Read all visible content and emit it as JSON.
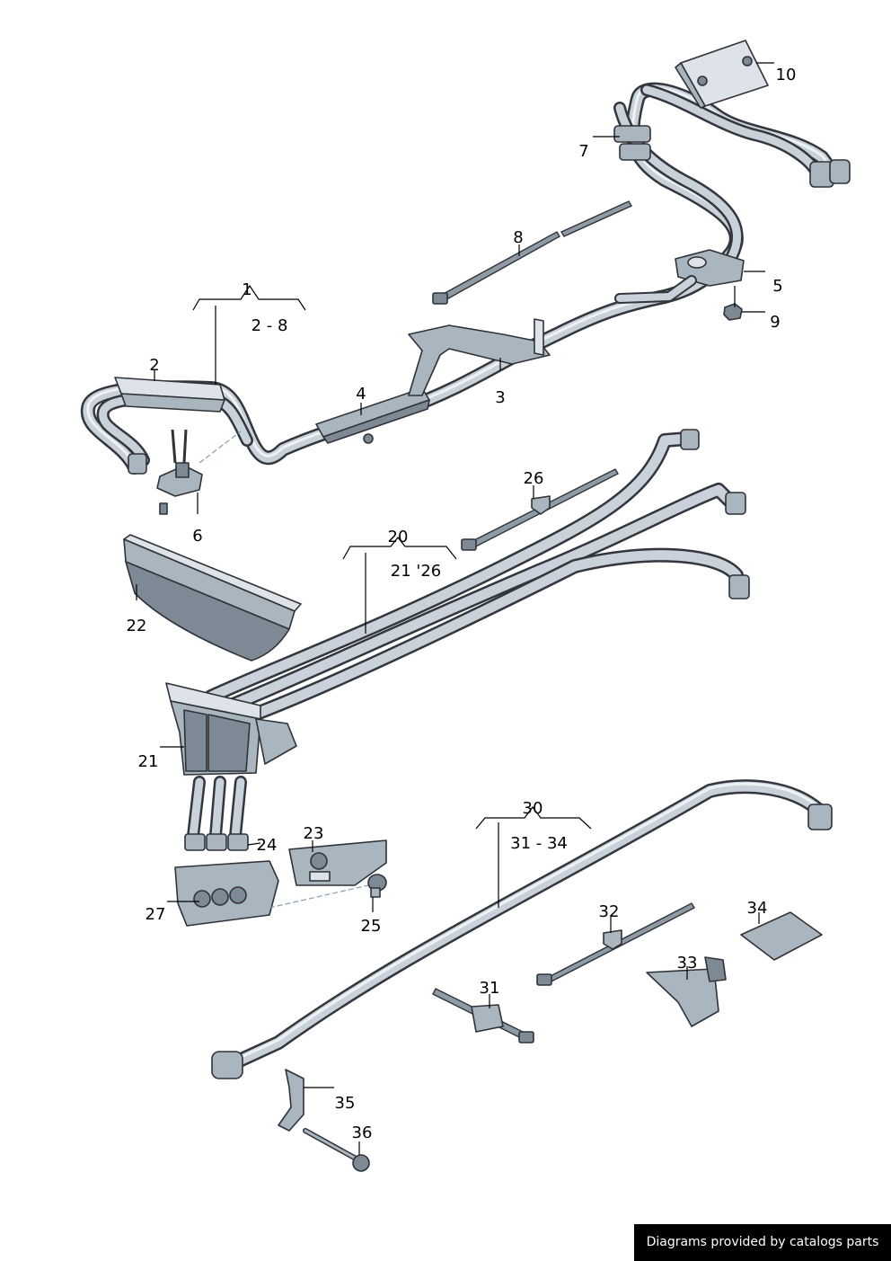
{
  "callouts": {
    "c1": "1",
    "c1_range": "2 - 8",
    "c2": "2",
    "c3": "3",
    "c4": "4",
    "c5": "5",
    "c6": "6",
    "c7": "7",
    "c8": "8",
    "c9": "9",
    "c10": "10",
    "c20": "20",
    "c20_range": "21 '26",
    "c21": "21",
    "c22": "22",
    "c23": "23",
    "c24": "24",
    "c25": "25",
    "c26": "26",
    "c27": "27",
    "c30": "30",
    "c30_range": "31 - 34",
    "c31": "31",
    "c32": "32",
    "c33": "33",
    "c34": "34",
    "c35": "35",
    "c36": "36"
  },
  "footer": {
    "credit": "Diagrams provided by catalogs parts"
  },
  "colors": {
    "background": "#ffffff",
    "part_fill": "#a9b5bf",
    "part_outline": "#2f3338",
    "footer_bg": "#000000",
    "footer_text": "#ffffff"
  }
}
